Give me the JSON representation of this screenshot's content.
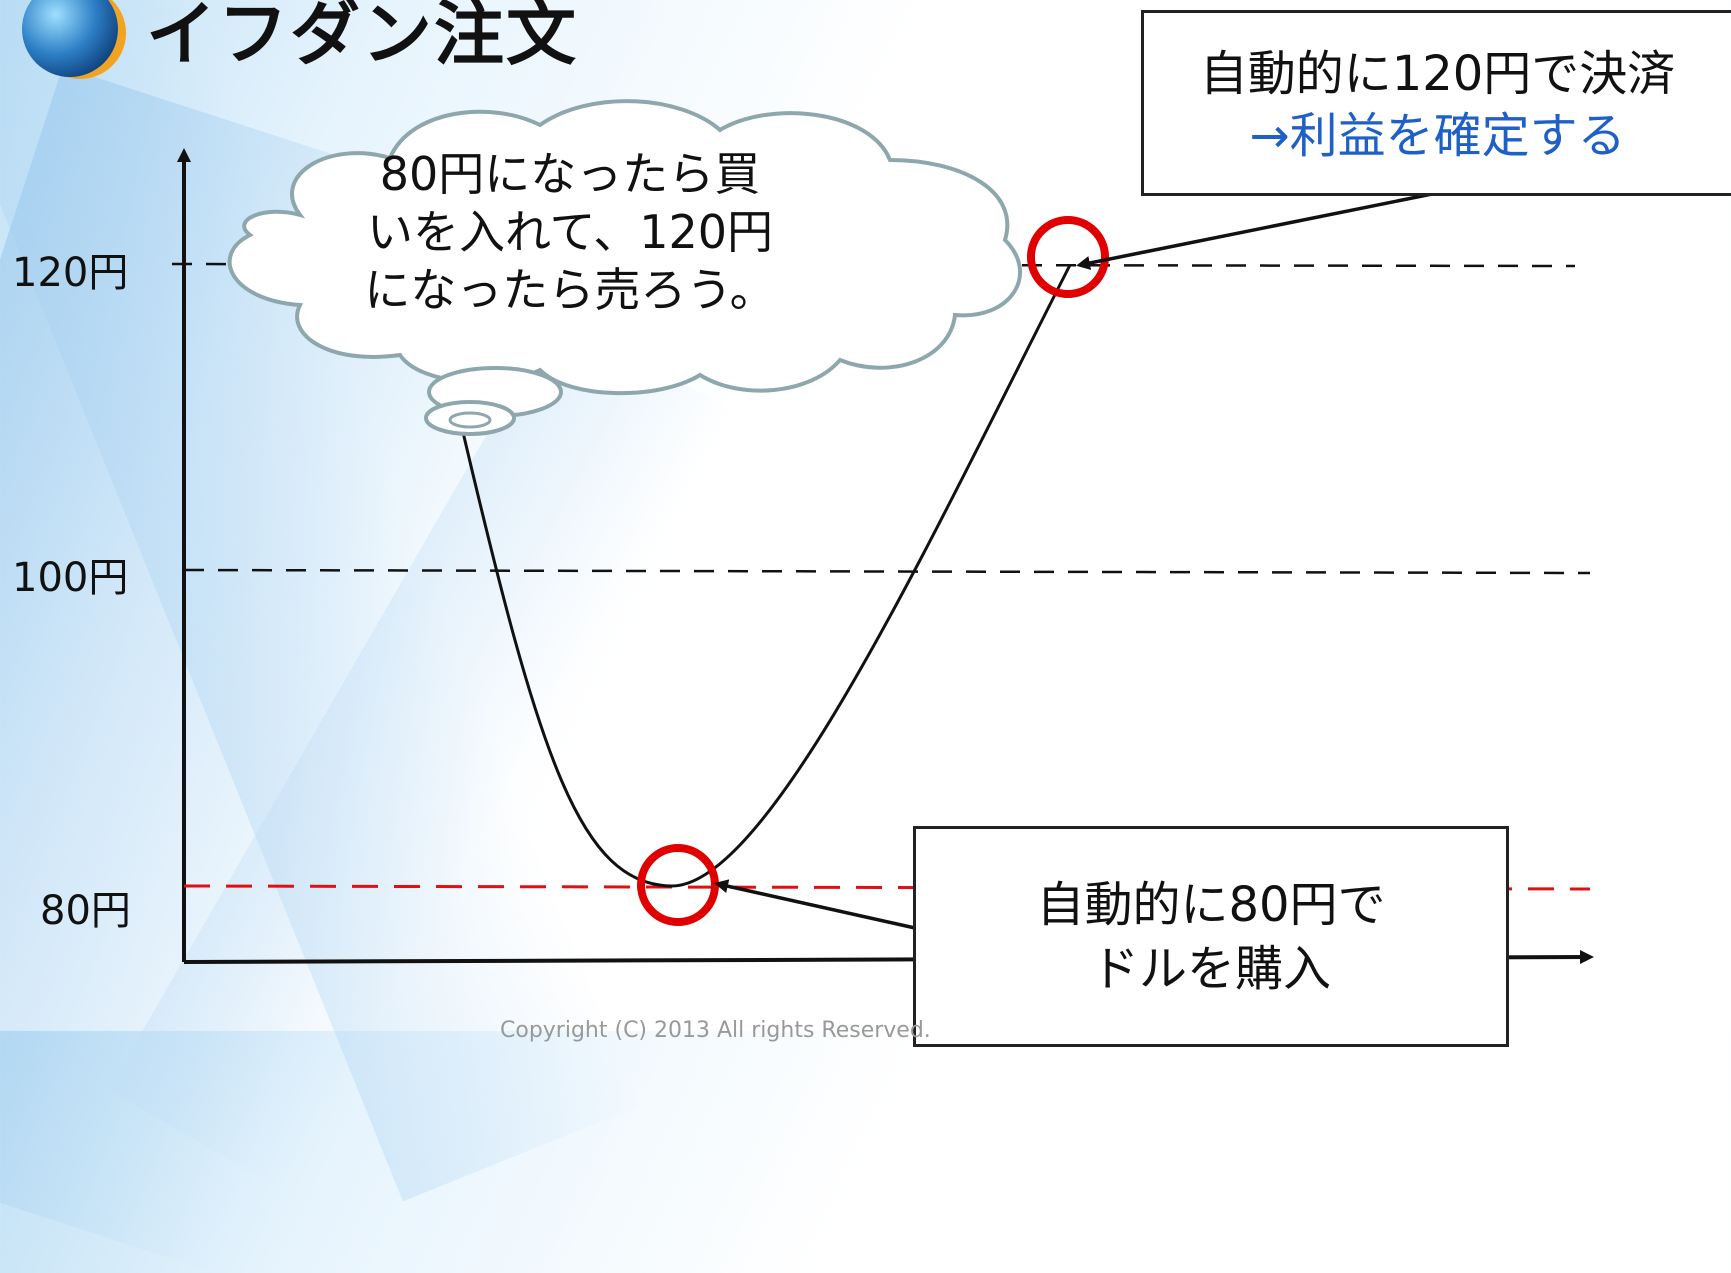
{
  "header": {
    "title": "イフダン注文",
    "logo_icon": "globe-icon"
  },
  "y_axis_labels": [
    "120円",
    "100円",
    "80円"
  ],
  "thought_bubble": {
    "lines": [
      "80円になったら買",
      "いを入れて、120円",
      "になったら売ろう。"
    ]
  },
  "callout_settle": {
    "line1": "自動的に120円で決済",
    "line2": "→利益を確定する",
    "line2_color": "#1f5fc8"
  },
  "callout_buy": {
    "line1": "自動的に80円で",
    "line2": "ドルを購入"
  },
  "footer": "Copyright (C) 2013 All rights Reserved."
}
